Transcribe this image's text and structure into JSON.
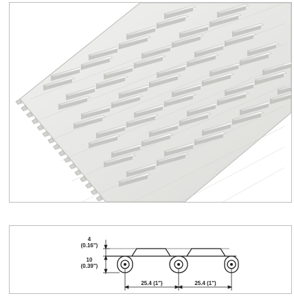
{
  "photo": {
    "subject": "modular-plastic-conveyor-belt",
    "colors": {
      "belt": "#ececea",
      "shadow": "#b9bab6",
      "rib": "#f6f6f4",
      "background": "#ffffff"
    }
  },
  "drawing": {
    "height_top": {
      "value": "4",
      "inch": "(0.16\")"
    },
    "height_main": {
      "value": "10",
      "inch": "(0.39\")"
    },
    "pitch_1": "25.4 (1\")",
    "pitch_2": "25.4 (1\")",
    "colors": {
      "line": "#1e1e1e",
      "link_fill": "#ffffff"
    }
  }
}
